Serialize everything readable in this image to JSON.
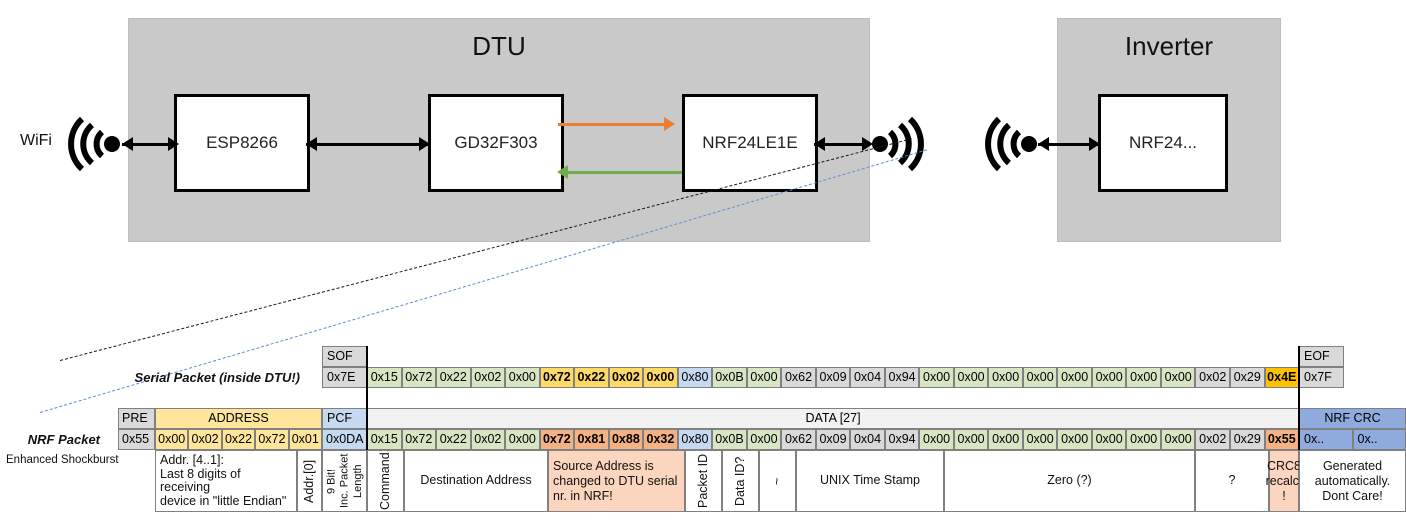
{
  "diagram": {
    "dtu": {
      "title": "DTU",
      "chips": [
        "ESP8266",
        "GD32F303",
        "NRF24LE1E"
      ]
    },
    "inverter": {
      "title": "Inverter",
      "chips": [
        "NRF24..."
      ]
    },
    "wifi_label": "WiFi",
    "colors": {
      "orange": "#ED7D31",
      "green": "#70AD47",
      "enclosure": "#c9c9c9",
      "dash_blue": "#5B8FD4"
    }
  },
  "serial_packet": {
    "row_label": "Serial Packet (inside DTU!)",
    "header": {
      "sof": "SOF",
      "eof": "EOF"
    },
    "sof_value": "0x7E",
    "eof_value": "0x7F",
    "bytes": [
      {
        "v": "0x15",
        "c": "green"
      },
      {
        "v": "0x72",
        "c": "green"
      },
      {
        "v": "0x22",
        "c": "green"
      },
      {
        "v": "0x02",
        "c": "green"
      },
      {
        "v": "0x00",
        "c": "green"
      },
      {
        "v": "0x72",
        "c": "yellow",
        "b": true
      },
      {
        "v": "0x22",
        "c": "yellow",
        "b": true
      },
      {
        "v": "0x02",
        "c": "yellow",
        "b": true
      },
      {
        "v": "0x00",
        "c": "yellow",
        "b": true
      },
      {
        "v": "0x80",
        "c": "bluelite"
      },
      {
        "v": "0x0B",
        "c": "green"
      },
      {
        "v": "0x00",
        "c": "green"
      },
      {
        "v": "0x62",
        "c": "grey"
      },
      {
        "v": "0x09",
        "c": "grey"
      },
      {
        "v": "0x04",
        "c": "grey"
      },
      {
        "v": "0x94",
        "c": "grey"
      },
      {
        "v": "0x00",
        "c": "green"
      },
      {
        "v": "0x00",
        "c": "green"
      },
      {
        "v": "0x00",
        "c": "green"
      },
      {
        "v": "0x00",
        "c": "green"
      },
      {
        "v": "0x00",
        "c": "green"
      },
      {
        "v": "0x00",
        "c": "green"
      },
      {
        "v": "0x00",
        "c": "green"
      },
      {
        "v": "0x00",
        "c": "green"
      },
      {
        "v": "0x02",
        "c": "grey"
      },
      {
        "v": "0x29",
        "c": "grey"
      },
      {
        "v": "0x4E",
        "c": "orange-hl",
        "b": true
      }
    ]
  },
  "nrf_packet": {
    "row_label": "NRF Packet",
    "sub_label": "Enhanced Shockburst",
    "headers": {
      "pre": "PRE",
      "address": "ADDRESS",
      "pcf": "PCF",
      "data": "DATA [27]",
      "crc": "NRF CRC"
    },
    "pre_value": "0x55",
    "address_values": [
      "0x00",
      "0x02",
      "0x22",
      "0x72",
      "0x01"
    ],
    "pcf_value": "0x0DA",
    "crc_values": [
      "0x..",
      "0x.."
    ],
    "bytes": [
      {
        "v": "0x15",
        "c": "green"
      },
      {
        "v": "0x72",
        "c": "green"
      },
      {
        "v": "0x22",
        "c": "green"
      },
      {
        "v": "0x02",
        "c": "green"
      },
      {
        "v": "0x00",
        "c": "green"
      },
      {
        "v": "0x72",
        "c": "salmon",
        "b": true
      },
      {
        "v": "0x81",
        "c": "salmon",
        "b": true
      },
      {
        "v": "0x88",
        "c": "salmon",
        "b": true
      },
      {
        "v": "0x32",
        "c": "salmon",
        "b": true
      },
      {
        "v": "0x80",
        "c": "bluelite"
      },
      {
        "v": "0x0B",
        "c": "green"
      },
      {
        "v": "0x00",
        "c": "green"
      },
      {
        "v": "0x62",
        "c": "grey"
      },
      {
        "v": "0x09",
        "c": "grey"
      },
      {
        "v": "0x04",
        "c": "grey"
      },
      {
        "v": "0x94",
        "c": "grey"
      },
      {
        "v": "0x00",
        "c": "green"
      },
      {
        "v": "0x00",
        "c": "green"
      },
      {
        "v": "0x00",
        "c": "green"
      },
      {
        "v": "0x00",
        "c": "green"
      },
      {
        "v": "0x00",
        "c": "green"
      },
      {
        "v": "0x00",
        "c": "green"
      },
      {
        "v": "0x00",
        "c": "green"
      },
      {
        "v": "0x00",
        "c": "green"
      },
      {
        "v": "0x02",
        "c": "grey"
      },
      {
        "v": "0x29",
        "c": "grey"
      },
      {
        "v": "0x55",
        "c": "salmon",
        "b": true
      }
    ],
    "descriptions": {
      "address": "Addr. [4..1]:\nLast 8 digits of receiving device in \"little Endian\"",
      "address_line1": "Addr. [4..1]:",
      "address_line2": "Last 8 digits of receiving",
      "address_line3": "device in \"little Endian\"",
      "addr0": "Addr.[0]",
      "pcf_a": "9 Bit!",
      "pcf_b": "Inc. Packet Length",
      "command": "Command",
      "destination": "Destination Address",
      "source": "Source Address is changed to DTU serial nr. in NRF!",
      "packet_id": "Packet ID",
      "data_id": "Data ID?",
      "tilde": "~",
      "timestamp": "UNIX Time Stamp",
      "zero": "Zero (?)",
      "question": "?",
      "crc8": "CRC8 recalc. !",
      "crc_note": "Generated automatically. Dont Care!"
    }
  }
}
